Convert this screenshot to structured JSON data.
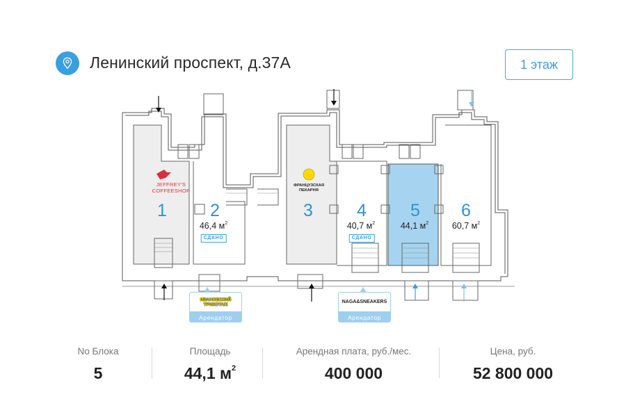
{
  "header": {
    "icon": "location-pin-icon",
    "address": "Ленинский проспект, д.37А",
    "floor_button": "1 этаж"
  },
  "colors": {
    "accent": "#3a9fe0",
    "selected_unit_fill": "#a6d4f0",
    "floor_fill": "#eeeeee",
    "tenant_badge": "#9ecfee"
  },
  "plan": {
    "selected_unit": "5",
    "units": [
      {
        "number": "1",
        "area": "",
        "status": "",
        "tenant_logo": "JEFFREY'S COFFEESHOP"
      },
      {
        "number": "2",
        "area": "46,4 м",
        "area_unit_sup": "2",
        "status": "СДАНО",
        "tenant_logo": "ИВАНОВСКИЙ ТРИКОТАЖ",
        "tenant_label": "Арендатор"
      },
      {
        "number": "3",
        "area": "",
        "status": "",
        "tenant_logo": "ФРАНЦУЗСКАЯ ПЕКАРНЯ"
      },
      {
        "number": "4",
        "area": "40,7 м",
        "area_unit_sup": "2",
        "status": "СДАНО",
        "tenant_logo": "NAGA&SNEAKERS",
        "tenant_label": "Арендатор"
      },
      {
        "number": "5",
        "area": "44,1 м",
        "area_unit_sup": "2",
        "status": "",
        "tenant_logo": ""
      },
      {
        "number": "6",
        "area": "60,7 м",
        "area_unit_sup": "2",
        "status": "",
        "tenant_logo": ""
      }
    ],
    "jeffrey_line1": "JEFFREY'S",
    "jeffrey_line2": "COFFEESHOP",
    "bakery_line1": "ФРАНЦУЗСКАЯ",
    "bakery_line2": "ПЕКАРНЯ",
    "ivan_line1": "ИВАНОВСКИЙ",
    "ivan_line2": "ТРИКОТАЖ"
  },
  "info": {
    "block": {
      "label": "No Блока",
      "value": "5"
    },
    "area": {
      "label": "Площадь",
      "value": "44,1 м",
      "sup": "2"
    },
    "rent": {
      "label": "Арендная плата, руб./мес.",
      "value": "400 000"
    },
    "price": {
      "label": "Цена, руб.",
      "value": "52 800 000"
    }
  }
}
